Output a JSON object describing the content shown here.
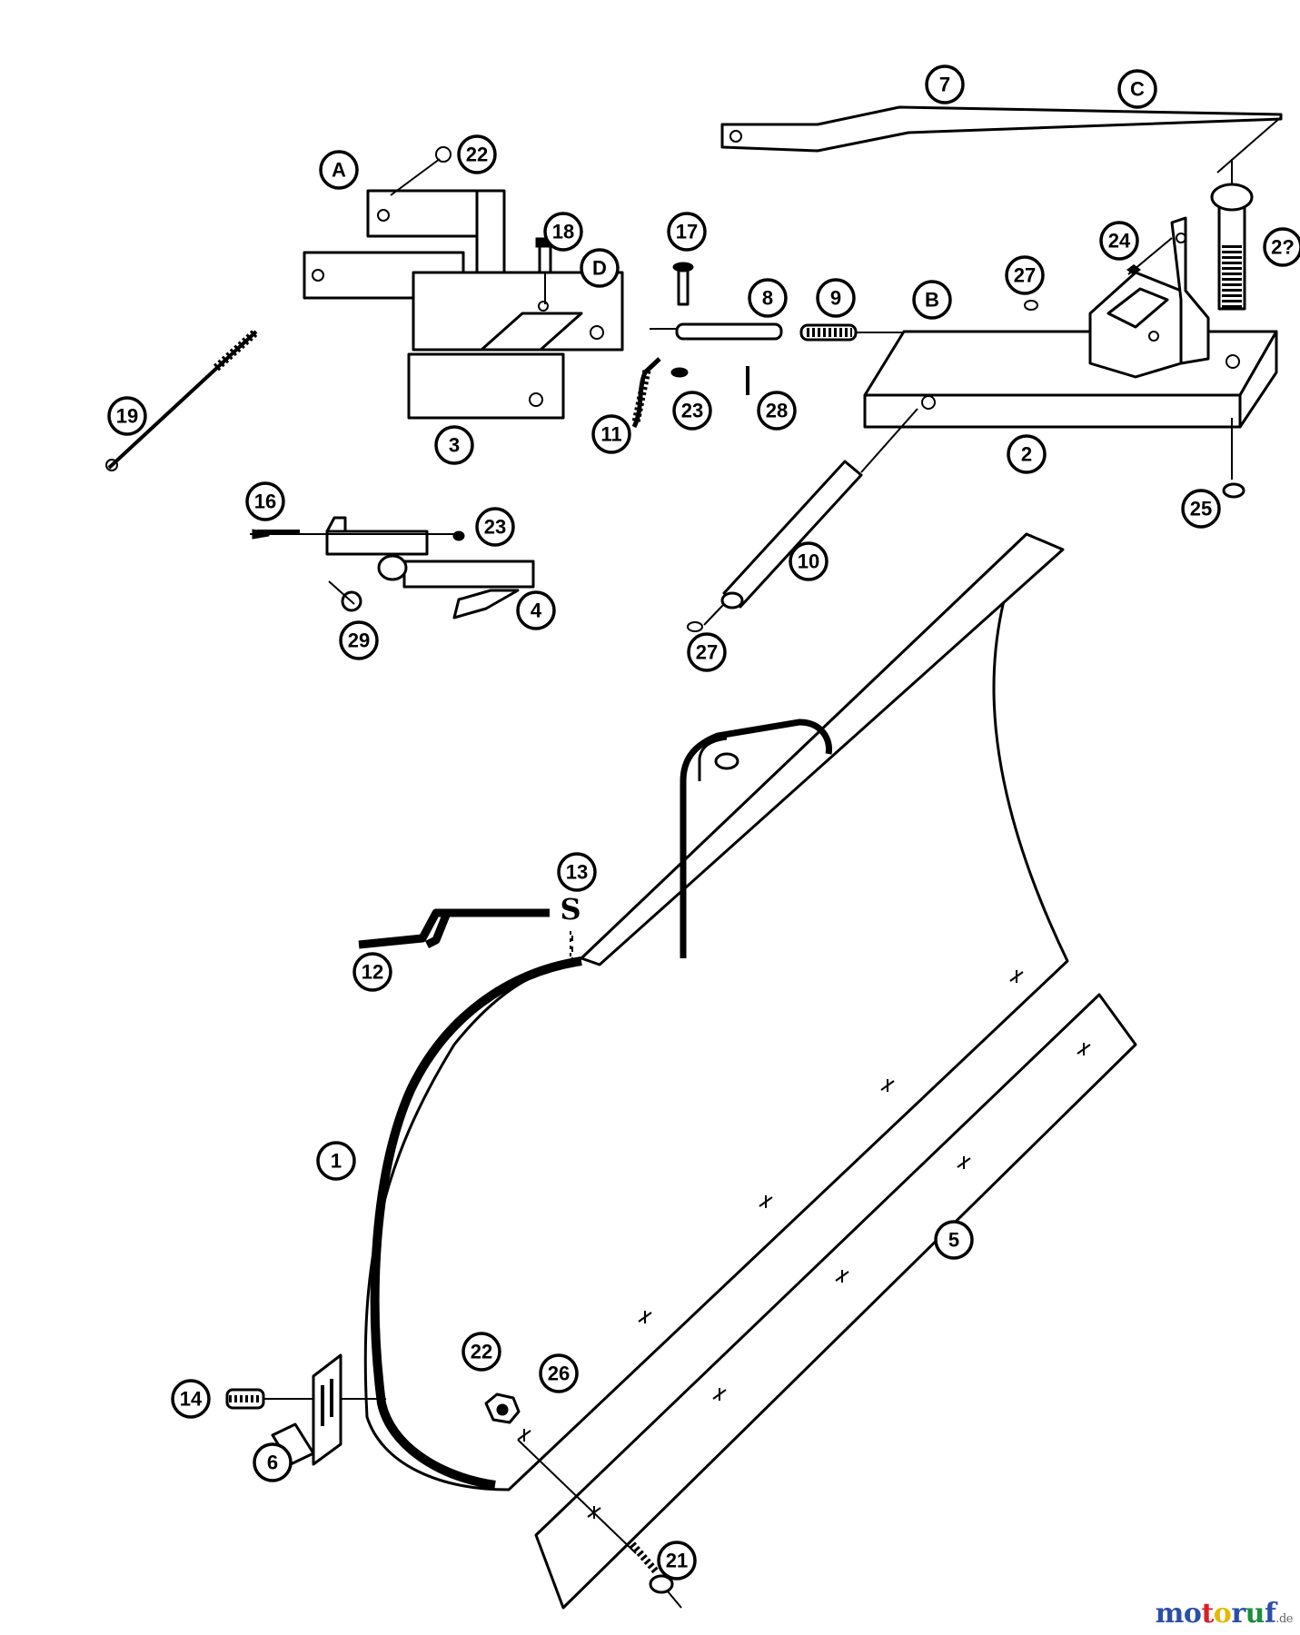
{
  "callouts": [
    {
      "id": "c-A",
      "label": "A"
    },
    {
      "id": "c-22a",
      "label": "22"
    },
    {
      "id": "c-18",
      "label": "18"
    },
    {
      "id": "c-D",
      "label": "D"
    },
    {
      "id": "c-19",
      "label": "19"
    },
    {
      "id": "c-3",
      "label": "3"
    },
    {
      "id": "c-17",
      "label": "17"
    },
    {
      "id": "c-8",
      "label": "8"
    },
    {
      "id": "c-9",
      "label": "9"
    },
    {
      "id": "c-11",
      "label": "11"
    },
    {
      "id": "c-23a",
      "label": "23"
    },
    {
      "id": "c-28",
      "label": "28"
    },
    {
      "id": "c-7",
      "label": "7"
    },
    {
      "id": "c-C",
      "label": "C"
    },
    {
      "id": "c-B",
      "label": "B"
    },
    {
      "id": "c-27a",
      "label": "27"
    },
    {
      "id": "c-24",
      "label": "24"
    },
    {
      "id": "c-2x",
      "label": "2?"
    },
    {
      "id": "c-2",
      "label": "2"
    },
    {
      "id": "c-25",
      "label": "25"
    },
    {
      "id": "c-16",
      "label": "16"
    },
    {
      "id": "c-23b",
      "label": "23"
    },
    {
      "id": "c-4",
      "label": "4"
    },
    {
      "id": "c-29",
      "label": "29"
    },
    {
      "id": "c-10",
      "label": "10"
    },
    {
      "id": "c-27b",
      "label": "27"
    },
    {
      "id": "c-13",
      "label": "13"
    },
    {
      "id": "c-12",
      "label": "12"
    },
    {
      "id": "c-1",
      "label": "1"
    },
    {
      "id": "c-5",
      "label": "5"
    },
    {
      "id": "c-14",
      "label": "14"
    },
    {
      "id": "c-22b",
      "label": "22"
    },
    {
      "id": "c-26",
      "label": "26"
    },
    {
      "id": "c-6",
      "label": "6"
    },
    {
      "id": "c-21",
      "label": "21"
    }
  ],
  "watermark": {
    "letters": [
      "m",
      "o",
      "t",
      "o",
      "r",
      "u",
      "f"
    ],
    "colors": [
      "#2b4fa8",
      "#2b4fa8",
      "#d81f26",
      "#e6b800",
      "#2b4fa8",
      "#1a8f3c",
      "#2b4fa8"
    ],
    "suffix": ".de"
  }
}
